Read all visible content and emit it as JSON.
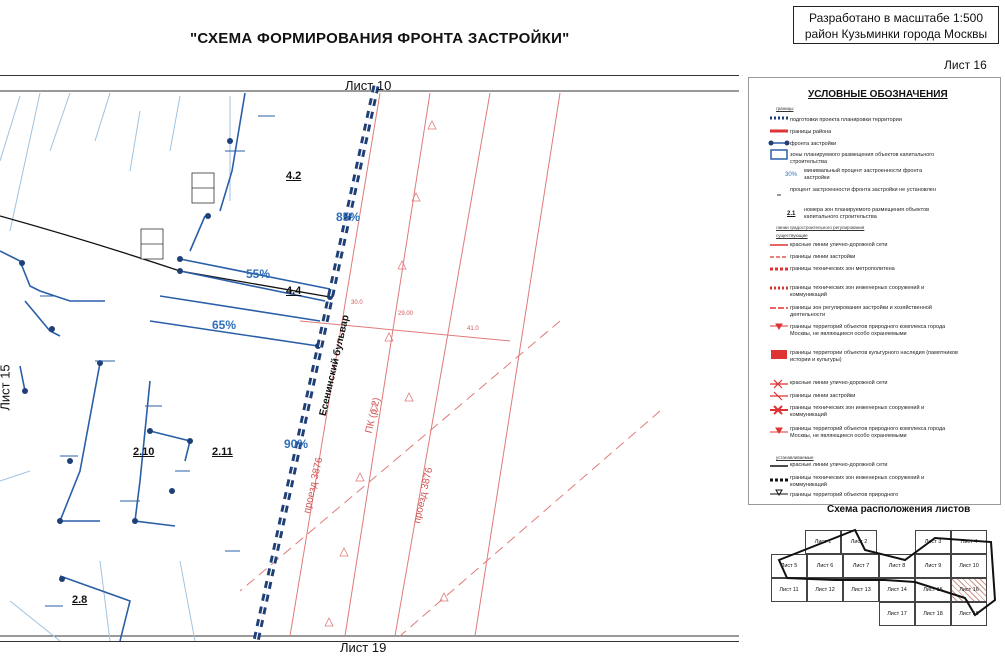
{
  "header": {
    "title": "\"СХЕМА ФОРМИРОВАНИЯ ФРОНТА ЗАСТРОЙКИ\"",
    "dev_line1": "Разработано в масштабе 1:500",
    "dev_line2": "район Кузьминки города Москвы",
    "sheet": "Лист 16"
  },
  "map": {
    "top_label": "Лист 10",
    "bottom_label": "Лист 19",
    "left_label": "Лист 15",
    "street": "Есенинский бульвар",
    "passage1": "проезд 3876",
    "passage2": "проезд 3876",
    "pk": "ПК (р.2)",
    "zones": [
      "4.2",
      "4.4",
      "2.10",
      "2.11",
      "2.8"
    ],
    "percents": [
      "85%",
      "55%",
      "65%",
      "90%"
    ],
    "dims": [
      "30.0",
      "29.00",
      "41.0"
    ]
  },
  "legend": {
    "title": "УСЛОВНЫЕ ОБОЗНАЧЕНИЯ",
    "head1": "границы",
    "items1": [
      "подготовки проекта планировки территории",
      "границы района",
      "фронта застройки",
      "зоны планируемого размещения объектов капитального строительства",
      "минимальный процент застроенности фронта застройки",
      "процент застроенности фронта застройки не установлен",
      "номера зон планируемого размещения объектов капитального строительства"
    ],
    "pct_sample": "30%",
    "num_sample": "2.1",
    "head2": "линии градостроительного регулирования",
    "head3": "существующие",
    "items2": [
      "красные линии улично-дорожной сети",
      "границы линии застройки",
      "границы технических зон метрополитена",
      "границы технических зон инженерных сооружений и коммуникаций",
      "границы зон регулирования застройки и хозяйственной деятельности",
      "границы территорий объектов природного комплекса города Москвы, не являющиеся особо охраняемыми",
      "границы территории объектов культурного наследия (памятников истории и культуры)"
    ],
    "items3": [
      "красные линии улично-дорожной сети",
      "границы линии застройки",
      "границы технических зон инженерных сооружений и коммуникаций",
      "границы территорий объектов природного комплекса города Москвы, не являющиеся особо охраняемыми"
    ],
    "head4": "устанавливаемые",
    "items4": [
      "красные линии улично-дорожной сети",
      "границы технических зон инженерных сооружений и коммуникаций",
      "границы территорий объектов природного"
    ]
  },
  "scheme": {
    "title": "Схема расположения листов",
    "sheets": [
      "Лист 1",
      "Лист 2",
      "Лист 3",
      "Лист 4",
      "Лист 5",
      "Лист 6",
      "Лист 7",
      "Лист 8",
      "Лист 9",
      "Лист 10",
      "Лист 11",
      "Лист 12",
      "Лист 13",
      "Лист 14",
      "Лист 15",
      "Лист 16",
      "Лист 17",
      "Лист 18",
      "Лист 19"
    ]
  }
}
